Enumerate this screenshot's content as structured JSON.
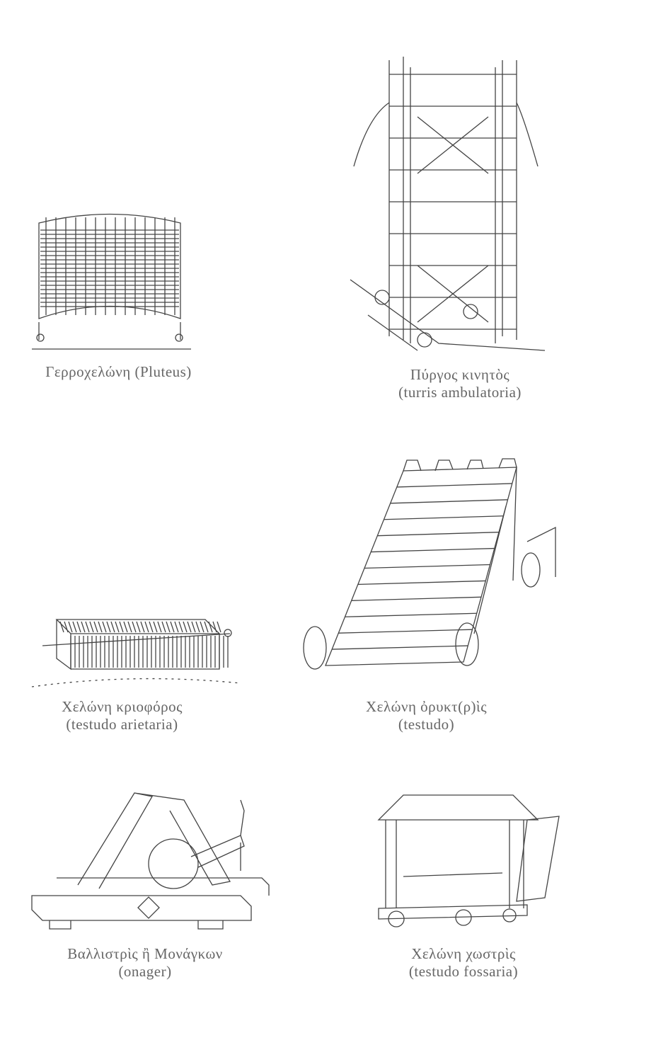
{
  "figures": [
    {
      "greek": "Γερροχελώνη (Pluteus)",
      "latin": ""
    },
    {
      "greek": "Πύργος κινητὸς",
      "latin": "(turris ambulatoria)"
    },
    {
      "greek": "Χελώνη κριοφόρος",
      "latin": "(testudo arietaria)"
    },
    {
      "greek": "Χελώνη ὀρυκτ(ρ)ὶς",
      "latin": "(testudo)"
    },
    {
      "greek": "Βαλλιστρὶς ἢ Μονάγκων",
      "latin": "(onager)"
    },
    {
      "greek": "Χελώνη χωστρὶς",
      "latin": "(testudo fossaria)"
    }
  ]
}
